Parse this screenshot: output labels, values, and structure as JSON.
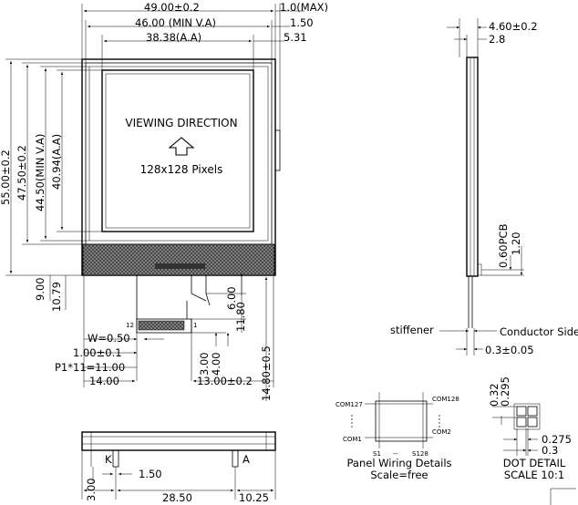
{
  "front": {
    "top_dims": {
      "overall_width": "49.00±0.2",
      "tab_max": "1.0(MAX)",
      "min_va": "46.00 (MIN V.A)",
      "va_offset": "1.50",
      "aa_width": "38.38(A.A)",
      "aa_offset": "5.31"
    },
    "left_dims": {
      "overall_height": "55.00±0.2",
      "va_height": "47.50±0.2",
      "min_va_height": "44.50(MIN V.A)",
      "aa_height": "40.94(A.A)",
      "fpc_9": "9.00",
      "fpc_1079": "10.79"
    },
    "viewing_direction": "VIEWING DIRECTION",
    "resolution": "128x128 Pixels",
    "fpc_dims": {
      "len_600": "6.00",
      "len_1180": "11.80",
      "pin_12": "12",
      "pin_1": "1",
      "width_w": "W=0.50",
      "pitch": "1.00±0.1",
      "p_total": "P1*11=11.00",
      "x_1400": "14.00",
      "d_300": "3.00",
      "d_400": "4.00",
      "x_1300": "13.00±0.2",
      "h_1480": "14.80±0.5"
    }
  },
  "side": {
    "thick_460": "4.60±0.2",
    "thick_28": "2.8",
    "pcb_060": "0.60PCB",
    "pcb_120": "1.20",
    "stiffener": "stiffener",
    "conductor_side": "Conductor Side",
    "fpc_thick": "0.3±0.05"
  },
  "bottom": {
    "d_300": "3.00",
    "k_label": "K",
    "a_label": "A",
    "d_150": "1.50",
    "d_2850": "28.50",
    "d_1025": "10.25"
  },
  "wiring": {
    "com127": "COM127",
    "com128": "COM128",
    "com1": "COM1",
    "com2": "COM2",
    "s1": "S1",
    "dash": "--",
    "s128": "S128",
    "title": "Panel Wiring Details",
    "scale": "Scale=free"
  },
  "dot": {
    "d_032": "0.32",
    "d_0295": "0.295",
    "d_0275": "0.275",
    "d_03": "0.3",
    "title": "DOT DETAIL",
    "scale": "SCALE 10:1"
  },
  "colors": {
    "line": "#000000",
    "background": "#ffffff",
    "hatch": "#555555"
  }
}
